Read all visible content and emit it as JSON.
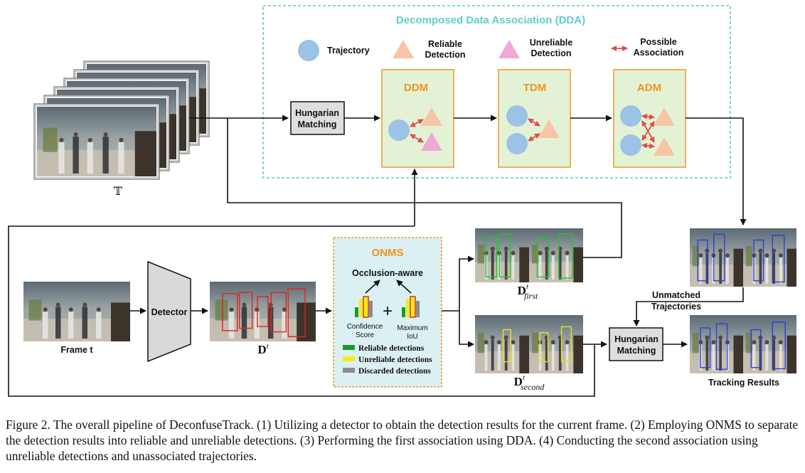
{
  "dda": {
    "title": "Decomposed Data Association (DDA)",
    "legend": {
      "trajectory": "Trajectory",
      "reliable": [
        "Reliable",
        "Detection"
      ],
      "unreliable": [
        "Unreliable",
        "Detection"
      ],
      "possible": [
        "Possible",
        "Association"
      ]
    },
    "modules": [
      "DDM",
      "TDM",
      "ADM"
    ]
  },
  "sequence_label": "𝕋",
  "hungarian_top": [
    "Hungarian",
    "Matching"
  ],
  "hungarian_bottom": [
    "Hungarian",
    "Matching"
  ],
  "detector_label": "Detector",
  "frame_label": "Frame t",
  "dt_label": "D",
  "dt_sup": "t",
  "dfirst_sub": "first",
  "dsecond_sub": "second",
  "onms": {
    "title": "ONMS",
    "occlusion": "Occlusion-aware",
    "confidence": [
      "Confidence",
      "Score"
    ],
    "max_iou": [
      "Maximum",
      "IoU"
    ],
    "plus": "+",
    "legend": [
      "Reliable detections",
      "Unreliable detections",
      "Discarded detections"
    ]
  },
  "unmatched": [
    "Unmatched",
    "Trajectories"
  ],
  "tracking_results": "Tracking Results",
  "caption": "Figure 2. The overall pipeline of DeconfuseTrack. (1) Utilizing a detector to obtain the detection results for the current frame. (2) Employing ONMS to separate the detection results into reliable and unreliable detections. (3) Performing the first association using DDA. (4) Conducting the second association using unreliable detections and unassociated trajectories.",
  "colors": {
    "dda_border": "#6fcfd2",
    "dda_title": "#5fcfcf",
    "module_fill": "#e3f2d5",
    "module_border": "#f0a64a",
    "trajectory": "#9cc2e6",
    "reliable": "#f6c5a6",
    "unreliable": "#f0a8d5",
    "association": "#e04b4b",
    "onms_fill": "#dbf0f2",
    "onms_border": "#f0a64a",
    "bar_green": "#1a9a2a",
    "bar_yellow": "#f2ec1c",
    "bar_gray": "#8c8c8c"
  }
}
